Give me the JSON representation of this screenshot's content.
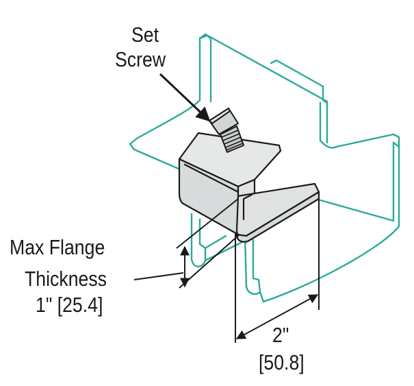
{
  "labels": {
    "set_screw_line1": "Set",
    "set_screw_line2": "Screw",
    "flange_line1": "Max Flange",
    "flange_line2": "Thickness",
    "flange_line3": "1\" [25.4]",
    "width_line1": "2\"",
    "width_line2": "[50.8]"
  },
  "colors": {
    "channel_stroke": "#2aa99a",
    "clamp_fill": "#e2e4e4",
    "clamp_stroke": "#1a1a1a",
    "text": "#1a1a1a"
  }
}
